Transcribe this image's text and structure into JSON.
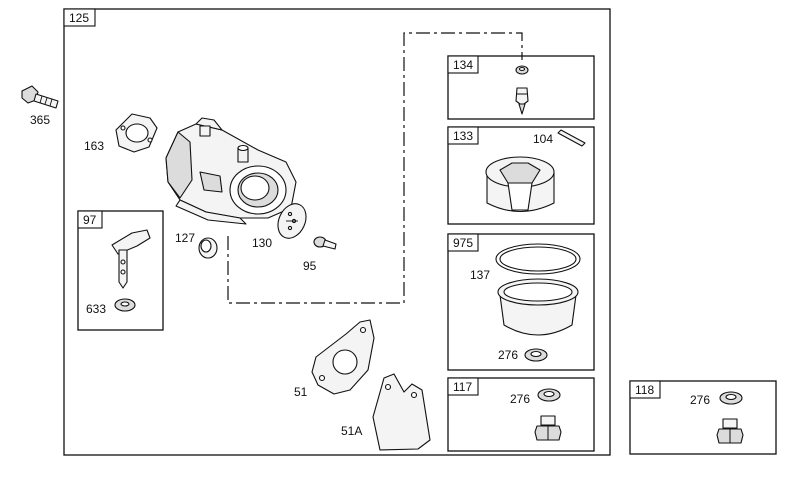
{
  "assembly": {
    "main_box_label": "125",
    "boxes": [
      {
        "label": "134"
      },
      {
        "label": "133"
      },
      {
        "label": "975"
      },
      {
        "label": "117"
      },
      {
        "label": "97"
      },
      {
        "label": "118"
      }
    ]
  },
  "parts": {
    "p365": "365",
    "p163": "163",
    "p127": "127",
    "p130": "130",
    "p95": "95",
    "p633": "633",
    "p51": "51",
    "p51a": "51A",
    "p104": "104",
    "p137": "137",
    "p276_a": "276",
    "p276_b": "276",
    "p276_c": "276"
  }
}
